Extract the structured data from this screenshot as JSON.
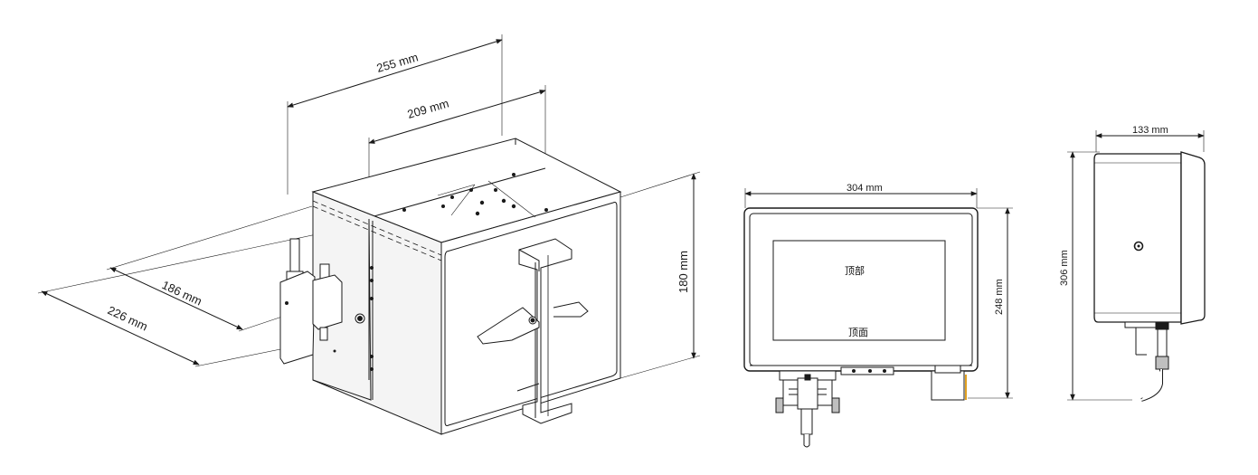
{
  "colors": {
    "line": "#1a1a1a",
    "face": "#ffffff",
    "shade": "#e9e9e9",
    "dark_shade": "#bfbfbf",
    "accent_orange": "#e0a020"
  },
  "isometric_view": {
    "dim_length": "255 mm",
    "dim_inner_length": "209 mm",
    "dim_depth_inner": "186 mm",
    "dim_depth_outer": "226 mm",
    "dim_height": "180 mm"
  },
  "front_view": {
    "dim_width": "304 mm",
    "dim_height": "248 mm",
    "label_top": "顶部",
    "label_face": "顶面"
  },
  "side_view": {
    "dim_width": "133 mm",
    "dim_height": "306 mm"
  }
}
